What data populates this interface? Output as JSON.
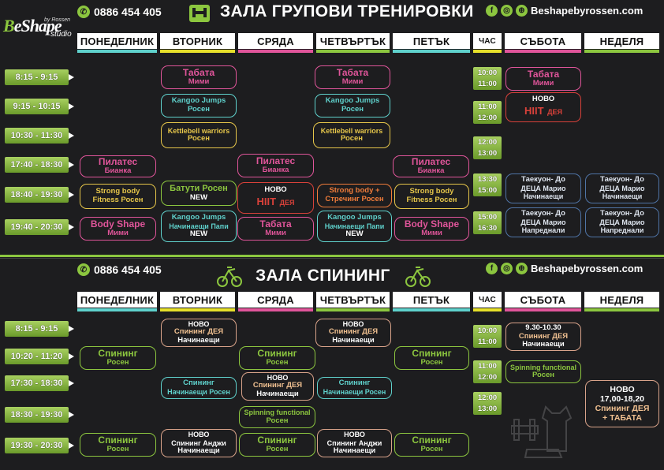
{
  "brand": {
    "logo_text": "BeShape",
    "by": "by Rossen",
    "studio": "studio"
  },
  "top": {
    "phone": "0886 454 405",
    "title": "ЗАЛА ГРУПОВИ ТРЕНИРОВКИ",
    "site": "Beshapebyrossen.com",
    "days": [
      "ПОНЕДЕЛНИК",
      "ВТОРНИК",
      "СРЯДА",
      "ЧЕТВЪРТЪК",
      "ПЕТЪК",
      "ЧАС",
      "СЪБОТА",
      "НЕДЕЛЯ"
    ],
    "times": [
      "8:15 - 9:15",
      "9:15 - 10:15",
      "10:30 - 11:30",
      "17:40 - 18:30",
      "18:40 - 19:30",
      "19:40 - 20:30"
    ],
    "weekend_times": [
      [
        "10:00",
        "11:00"
      ],
      [
        "11:00",
        "12:00"
      ],
      [
        "12:00",
        "13:00"
      ],
      [
        "13:30",
        "15:00"
      ],
      [
        "15:00",
        "16:30"
      ]
    ],
    "cells": {
      "tabata_mimi_1": [
        "Табата",
        "Мими"
      ],
      "kangoo_1": [
        "Kangoo Jumps",
        "Росен"
      ],
      "kettle_1": [
        "Kettlebell warriors",
        "Росен"
      ],
      "tabata_mimi_2": [
        "Табата",
        "Мими"
      ],
      "kangoo_2": [
        "Kangoo Jumps",
        "Росен"
      ],
      "kettle_2": [
        "Kettlebell warriors",
        "Росен"
      ],
      "pilates_mon": [
        "Пилатес",
        "Бианка"
      ],
      "strong_mon": [
        "Strong body",
        "Fitness Росен"
      ],
      "bodyshape_mon": [
        "Body Shape",
        "Мими"
      ],
      "batuti_tue": [
        "Батути Росен",
        "NEW"
      ],
      "kangoo_tue": [
        "Kangoo Jumps",
        "Начинаещи Папи",
        "NEW"
      ],
      "pilates_wed": [
        "Пилатес",
        "Бианка"
      ],
      "hiit_wed": [
        "НОВО",
        "HIIT",
        "ДЕЯ"
      ],
      "tabata_wed": [
        "Табата",
        "Мими"
      ],
      "strong_thu": [
        "Strong body +",
        "Стречинг Росен"
      ],
      "kangoo_thu": [
        "Kangoo Jumps",
        "Начинаещи Папи",
        "NEW"
      ],
      "pilates_fri": [
        "Пилатес",
        "Бианка"
      ],
      "strong_fri": [
        "Strong body",
        "Fitness Росен"
      ],
      "bodyshape_fri": [
        "Body Shape",
        "Мими"
      ],
      "tabata_sat": [
        "Табата",
        "Мими"
      ],
      "hiit_sat": [
        "НОВО",
        "HIIT",
        "ДЕЯ"
      ],
      "tkd_sat_1": [
        "Таекуон- До",
        "ДЕЦА Марио",
        "Начинаещи"
      ],
      "tkd_sat_2": [
        "Таекуон- До",
        "ДЕЦА Марио",
        "Напреднали"
      ],
      "tkd_sun_1": [
        "Таекуон- До",
        "ДЕЦА Марио",
        "Начинаещи"
      ],
      "tkd_sun_2": [
        "Таекуон- До",
        "ДЕЦА Марио",
        "Напреднали"
      ]
    }
  },
  "bottom": {
    "phone": "0886 454 405",
    "title": "ЗАЛА СПИНИНГ",
    "site": "Beshapebyrossen.com",
    "days": [
      "ПОНЕДЕЛНИК",
      "ВТОРНИК",
      "СРЯДА",
      "ЧЕТВЪРТЪК",
      "ПЕТЪК",
      "ЧАС",
      "СЪБОТА",
      "НЕДЕЛЯ"
    ],
    "times": [
      "8:15 - 9:15",
      "10:20 - 11:20",
      "17:30 - 18:30",
      "18:30 - 19:30",
      "19:30 - 20:30"
    ],
    "weekend_times": [
      [
        "10:00",
        "11:00"
      ],
      [
        "11:00",
        "12:00"
      ],
      [
        "12:00",
        "13:00"
      ]
    ],
    "cells": {
      "tue_new": [
        "НОВО",
        "Спининг ДЕЯ",
        "Начинаещи"
      ],
      "thu_new": [
        "НОВО",
        "Спининг ДЕЯ",
        "Начинаещи"
      ],
      "mon_spin": [
        "Спининг",
        "Росен"
      ],
      "wed_spin": [
        "Спининг",
        "Росен"
      ],
      "fri_spin": [
        "Спининг",
        "Росен"
      ],
      "tue_beg": [
        "Спининг",
        "Начинаещи Росен"
      ],
      "wed_new": [
        "НОВО",
        "Спининг ДЕЯ",
        "Начинаещи"
      ],
      "thu_beg": [
        "Спининг",
        "Начинаещи Росен"
      ],
      "wed_func": [
        "Spinning functional",
        "Росен"
      ],
      "mon_spin2": [
        "Спининг",
        "Росен"
      ],
      "tue_anji": [
        "НОВО",
        "Спининг Анджи",
        "Начинаещи"
      ],
      "wed_spin2": [
        "Спининг",
        "Росен"
      ],
      "thu_anji": [
        "НОВО",
        "Спининг Анджи",
        "Начинаещи"
      ],
      "fri_spin2": [
        "Спининг",
        "Росен"
      ],
      "sat_930": [
        "9.30-10.30",
        "Спининг ДЕЯ",
        "Начинаещи"
      ],
      "sat_func": [
        "Spinning functional",
        "Росен"
      ],
      "sun_new": [
        "НОВО",
        "17,00-18,20",
        "Спининг ДЕЯ",
        "+ ТАБАТА"
      ]
    }
  },
  "colors": {
    "green": "#8cc63f",
    "pink": "#e0559a",
    "cyan": "#5fd1cc",
    "yellow": "#e6c64a",
    "orange": "#f07c3a",
    "red": "#d9413a",
    "blue": "#4f74a6"
  }
}
